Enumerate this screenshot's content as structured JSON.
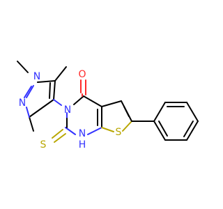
{
  "molecule": {
    "colors": {
      "background": "#ffffff",
      "carbon_bond": "#000000",
      "nitrogen": "#3333ff",
      "sulfur": "#b8a600",
      "oxygen": "#ff2a2a"
    },
    "atoms": {
      "n_pyrazole_1": "N",
      "n_pyrazole_2": "N",
      "n_ring_3": "N",
      "nh": "N",
      "nh_h": "H",
      "oxygen": "O",
      "sulfur_thione": "S",
      "sulfur_ring": "S"
    }
  }
}
